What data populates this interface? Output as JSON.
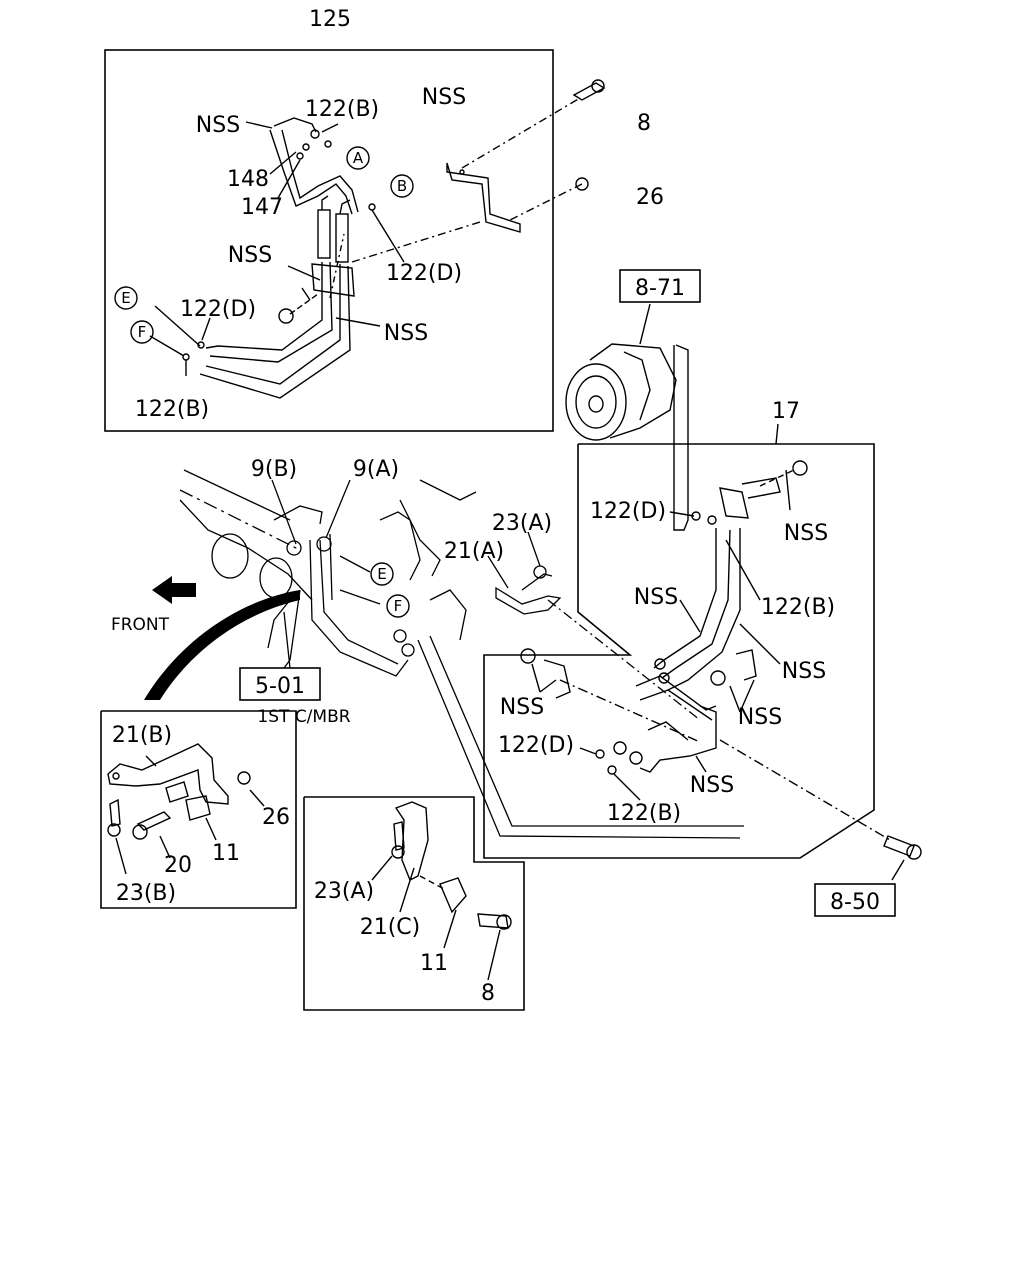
{
  "callouts": {
    "c125": "125",
    "c8_top": "8",
    "c26_top": "26",
    "nss_top1": "NSS",
    "nss_top2": "NSS",
    "nss_top3": "NSS",
    "nss_top4": "NSS",
    "c122b_top": "122(B)",
    "c148": "148",
    "c147": "147",
    "c122d_mid": "122(D)",
    "c122d_left": "122(D)",
    "c122b_left": "122(B)",
    "c9b": "9(B)",
    "c9a": "9(A)",
    "c23a_mid": "23(A)",
    "c21a": "21(A)",
    "front": "FRONT",
    "chamber": "1ST C/MBR",
    "c17": "17",
    "c122d_right": "122(D)",
    "c122b_right": "122(B)",
    "nss_r1": "NSS",
    "nss_r2": "NSS",
    "nss_r3": "NSS",
    "nss_r4": "NSS",
    "nss_r5": "NSS",
    "nss_r6": "NSS",
    "c122d_low": "122(D)",
    "c122b_low": "122(B)",
    "c21b": "21(B)",
    "c26_box": "26",
    "c20": "20",
    "c11_box": "11",
    "c23b": "23(B)",
    "c23a_box": "23(A)",
    "c21c": "21(C)",
    "c11_box2": "11",
    "c8_box2": "8"
  },
  "reference_boxes": {
    "r871": "8-71",
    "r501": "5-01",
    "r850": "8-50"
  },
  "circle_markers": {
    "A": "A",
    "B": "B",
    "E1": "E",
    "F1": "F",
    "E2": "E",
    "F2": "F"
  }
}
